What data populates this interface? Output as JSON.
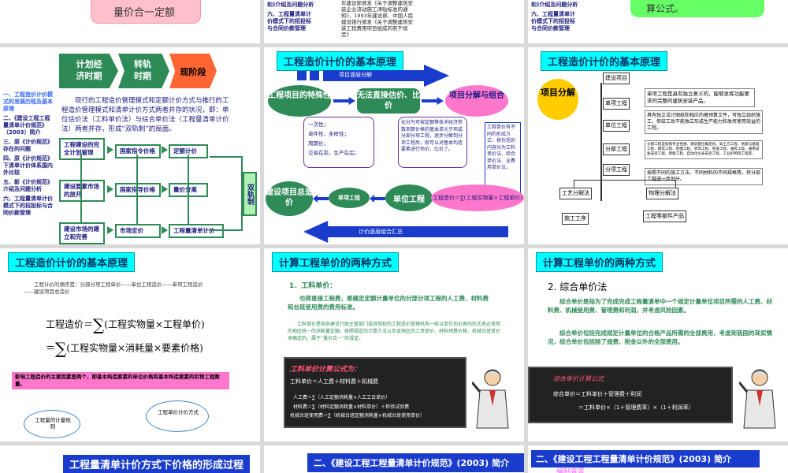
{
  "slide1": {
    "pink_box_text": "量价合一定额"
  },
  "slide2": {
    "side_items": [
      "六、工程量清单计",
      "价模式下的招投标",
      "与合同价款管理"
    ],
    "side_top": "和)介绍及问题分析",
    "body_lines": [
      "年建设部颁发《关于调整建筑安",
      "装企业流动施工津贴标准的通",
      "知》，1993年建设部、中国人民",
      "建设银行颁发《关于调整建筑安",
      "装工程费用项目组成的若干规",
      "定》"
    ]
  },
  "slide3": {
    "side_top": "和)介绍及问题分析",
    "side_items": [
      "六、工程量清单计",
      "价模式下的招投标",
      "与合同价款管理"
    ],
    "green_box_text": "算公式。"
  },
  "slide4": {
    "phases": [
      "计划经济时期",
      "转轨时期",
      "现阶段"
    ],
    "side_items": [
      "一、工程造价计价模式的发展历程及基本原理",
      "二、《建设工程工程量清单计价规范》（2003）简介",
      "三、原《计价规范》存在的问题",
      "四、原《计价规范》下清单计价体系国内外比较",
      "五、新《计价规范》介绍及问题分析",
      "六、工程量清单计价模式下的招投标与合同价款管理"
    ],
    "paragraph": "现行的工程造价管理模式和定额计价方式与推行的工程造价管理模式和清单计价方式两者并存的状况，即：单位估价法（工料单价法）与综合单价法（工程量清单计价法）两者并存，形成“双轨制”的局面。",
    "col1": [
      "工程建设的完全计划管理",
      "建设要素市场的放开",
      "建设市场的建立和完善"
    ],
    "col2": [
      "国家指令价格",
      "国家指导价格",
      "市场定价"
    ],
    "col3": [
      "定额计价",
      "量价分离",
      "工程量清单计价"
    ],
    "dual_track": "双轨制"
  },
  "slide5": {
    "title": "工程造价计价的基本原理",
    "top_arrow": "项目逐层分解",
    "bottom_arrow": "计价逐层组合汇总",
    "ellipse_special": "工程项目的特殊性",
    "box_no_direct": "无法直接估价、比价",
    "ellipse_decompose": "项目分解与组合",
    "list_left": [
      "一次性；",
      "单件性，多样性；",
      "周期长；",
      "交易在前，生产在后；"
    ],
    "middle_text": "化分为可按定额等技术经济参数测算价格的基本单元子项或分部分项工程，逐步分解到分项工程后，就可以对基本构造要素进行估价、比价了。",
    "right_text": "工程单价有不同的形成方式：按包括的内容分为工料单价法、综合单价法、全费用单价法。",
    "ellipse_total": "建设项目总造价",
    "unit_project": "单项工程",
    "unit_eng": "单位工程",
    "formula_label": "工程造价＝∑(工程实物量×工程单价)"
  },
  "slide6": {
    "title": "工程造价计价的基本原理",
    "ellipse": "项目分解",
    "tree": [
      "建设项目",
      "单项工程",
      "单位工程",
      "分部工程",
      "分项工程"
    ],
    "desc1": "单项工程是具有独立意义的，能够发挥功能要求的完整的建筑安装产品。",
    "desc2": "具有独立设计图纸和相应的概预算文件，可独立组织施工，但竣工后不能独立形成生产能力和发挥使用效益的工程。",
    "desc3": "分部工程是按照专业性质、建筑部位确定的。如土方工程、地基与基础工程、砌筑工程、地面工程、装饰工程、管道工程、通风工程、通用设备安装工程、智能工程、自动化仪表安装工程、工业炉砌筑工程等。",
    "desc4": "按照不同的施工方法、不同材料的不同规格等，将分部工程进一步划分。",
    "leaf1": "工艺分解法",
    "leaf2": "物理分解法",
    "leaf3": "施工工序",
    "leaf4": "工程零部件产品"
  },
  "slide7": {
    "title": "工程造价计价的基本原理",
    "sequence": "工程计价的顺序是：分部分项工程单价——单位工程造价——单项工程造价——建设项目总造价",
    "formula1_lhs": "工程造价＝",
    "formula1_rhs": "(工程实物量×工程单价)",
    "formula2_rhs": "(工程实物量×消耗量×要素价格)",
    "pink_text": "影响工程造价的主要因素是两个，即基本构造要素的单位价格和基本构造要素的实物工程数量。",
    "cloud1": "工程量的计量规则",
    "cloud2": "工程单价计价方式"
  },
  "slide8": {
    "title": "计算工程单价的两种方式",
    "heading": "1．工料单价：",
    "para1": "也称直接工程费，是确定定额计量单位的分部分项工程的人工费、材料费和台班使用费的费用标准。",
    "para2": "工料单价是指各建设行政主管部门或其授权的工程造价管理机构一般以单位估价表的形式表达常用的地区统一的消耗量定额。按照规定的计算方法以及该地区的工资单价、材料预算价格、机械台班单价来确定的，属于“量价合一”的规定。",
    "board_title": "工料单价计算公式为：",
    "board_lines": [
      "工料单价＝人工费＋材料费＋机械费",
      "人工费＝∑（人工定额消耗量×人工工日单价）",
      "材料费＝∑（材料定额消耗量×材料单价）＋检验试验费",
      "机械台班使用费＝∑（机械台班定额消耗量×机械台班使用单价）"
    ]
  },
  "slide9": {
    "title": "计算工程单价的两种方式",
    "heading": "2. 综合单价法",
    "para1": "综合单价是指为了完成完成工程量清单中一个规定计量单位项目所需的人工费、材料费、机械使用费、管理费和利润，并考虑风险因素。",
    "para2": "综合单价包括完成规定计量单位的合格产品所需的全部费用，考虑到我国的现实情况，综合单价包括除了规费、税金以外的全部费用。",
    "board_title": "综合单价计算公式",
    "board_lines": [
      "综合单价＝工料单价＋管理费＋利润",
      "＝工料单价×（1＋管理费率）×（1＋利润率）"
    ]
  },
  "slide10": {
    "title": "工程量清单计价方式下价格的形成过程"
  },
  "slide11": {
    "title": "二、《建设工程工程量清单计价规范》(2003) 简介"
  },
  "slide12": {
    "title": "二、《建设工程工程量清单计价规范》(2003) 简介",
    "subtitle": "编制背景"
  }
}
